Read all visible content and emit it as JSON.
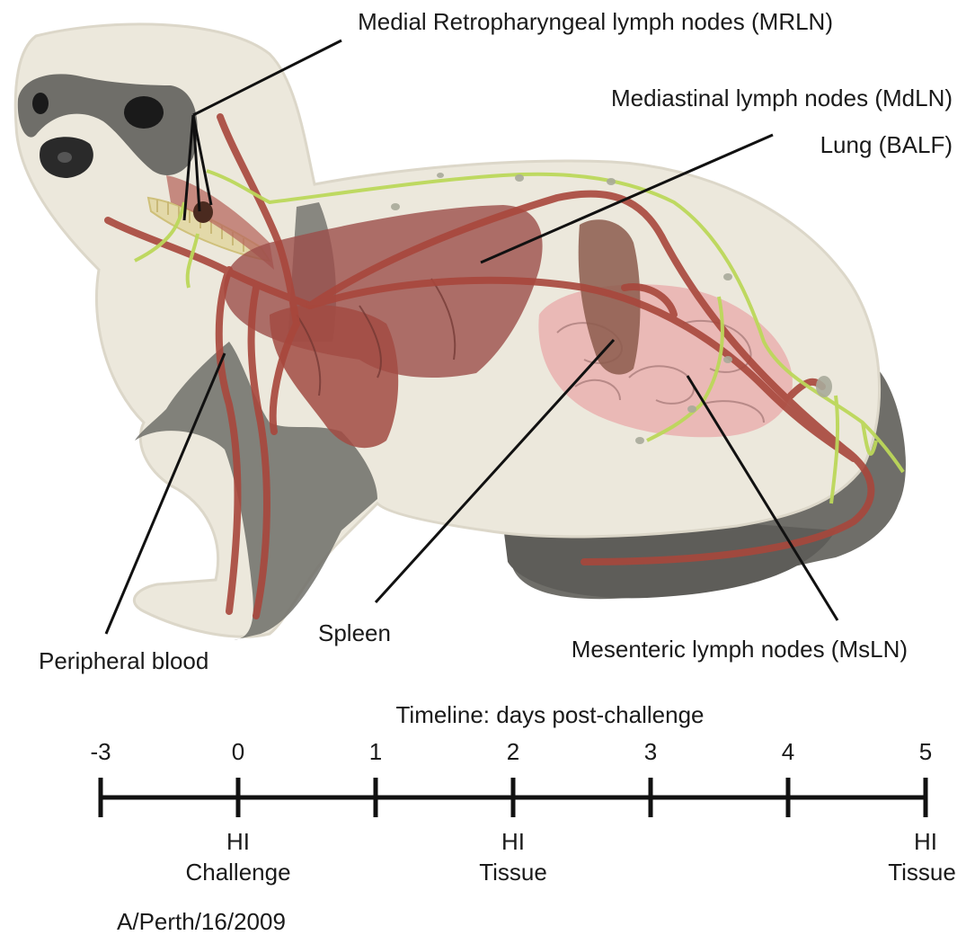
{
  "labels": {
    "mrln": "Medial Retropharyngeal  lymph  nodes (MRLN)",
    "mdln": "Mediastinal lymph  nodes (MdLN)",
    "lung": "Lung (BALF)",
    "peripheral_blood": "Peripheral blood",
    "spleen": "Spleen",
    "msln": "Mesenteric lymph  nodes (MsLN)"
  },
  "timeline": {
    "title": "Timeline:  days post-challenge",
    "ticks": [
      "-3",
      "0",
      "1",
      "2",
      "3",
      "4",
      "5"
    ],
    "events": [
      {
        "day": "0",
        "line1": "HI",
        "line2": "Challenge"
      },
      {
        "day": "2",
        "line1": "HI",
        "line2": "Tissue"
      },
      {
        "day": "5",
        "line1": "HI",
        "line2": "Tissue"
      }
    ],
    "strain": "A/Perth/16/2009"
  },
  "colors": {
    "body": "#ece8dc",
    "body_outline": "#dcd7c9",
    "dark_fur": "#6f6e69",
    "vessel": "#a8473c",
    "lymph": "#bcd85a",
    "lung": "#9c4e4a",
    "intestine": "#eab9b6",
    "spleen": "#8c5a4c",
    "line": "#111111"
  }
}
